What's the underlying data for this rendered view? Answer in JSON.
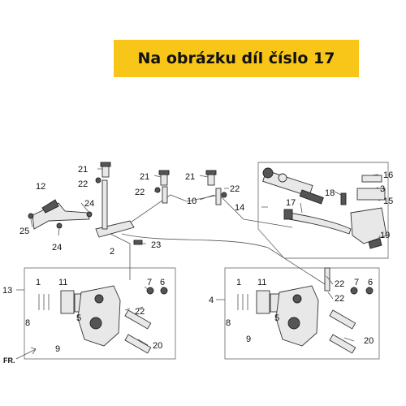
{
  "banner": {
    "text": "Na obrázku díl číslo 17"
  },
  "diagram": {
    "callouts": {
      "c1": "1",
      "c2": "2",
      "c3": "3",
      "c4": "4",
      "c5": "5",
      "c6": "6",
      "c7": "7",
      "c8": "8",
      "c9": "9",
      "c10": "10",
      "c11": "11",
      "c12": "12",
      "c13": "13",
      "c14": "14",
      "c15": "15",
      "c16": "16",
      "c17": "17",
      "c18": "18",
      "c19": "19",
      "c20": "20",
      "c21": "21",
      "c22": "22",
      "c23": "23",
      "c24": "24",
      "c25": "25"
    },
    "direction_label": "FR."
  }
}
